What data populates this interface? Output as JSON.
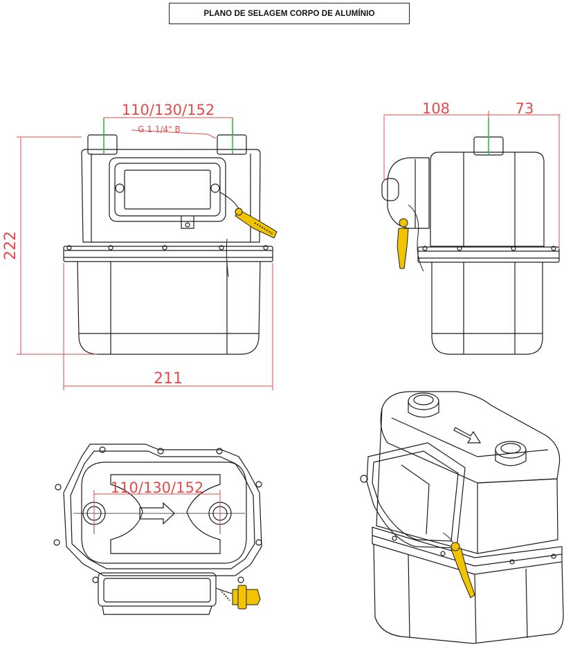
{
  "title": "PLANO DE SELAGEM CORPO DE ALUMÍNIO",
  "front_view": {
    "dim_top": "110/130/152",
    "thread": "G 1 1/4\" B",
    "dim_height": "222",
    "dim_width": "211"
  },
  "side_view": {
    "dim_left": "108",
    "dim_right": "73"
  },
  "top_view": {
    "dim_top": "110/130/152"
  },
  "colors": {
    "line": "#1a1a1a",
    "dimension": "#e34a4a",
    "seal": "#f2c400",
    "axis": "#2bbf3a"
  }
}
